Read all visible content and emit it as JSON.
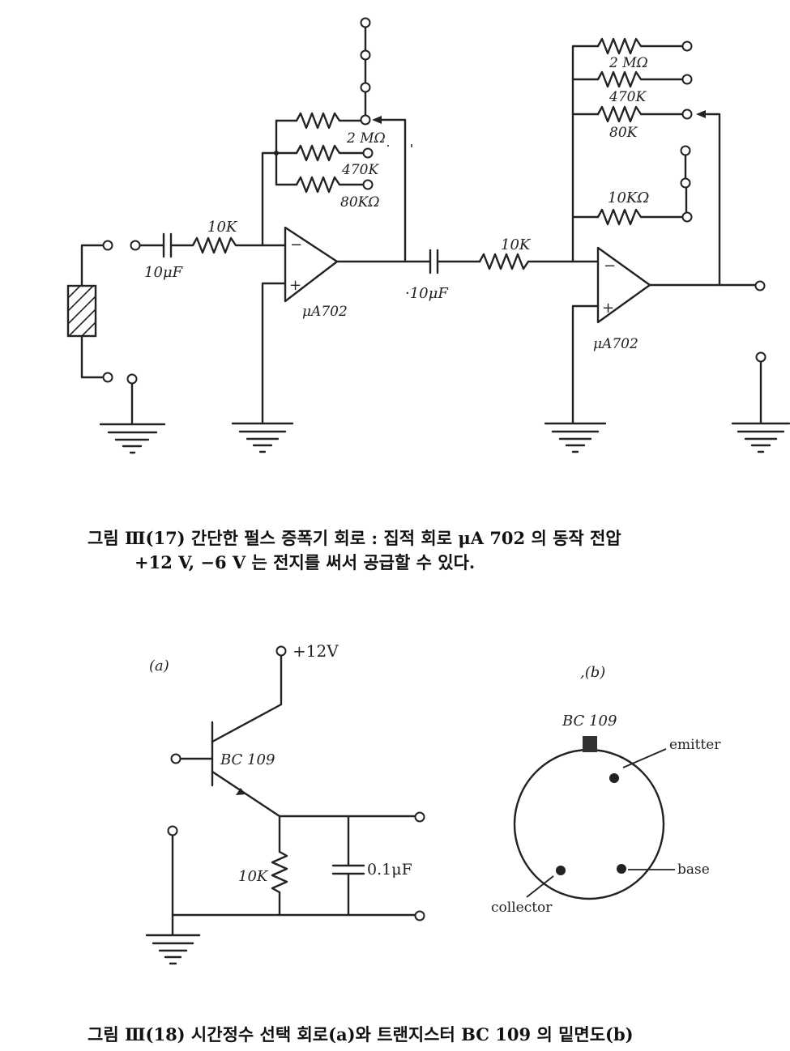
{
  "fig17": {
    "labels": {
      "cap_in": "10μF",
      "res_in": "10K",
      "r_2m": "2 MΩ",
      "r_470k": "470K",
      "r_80k": "80KΩ",
      "opamp1": "μA702",
      "cap_mid": "·10μF",
      "res_mid": "10K",
      "r2_2m": "2 MΩ",
      "r2_470k": "470K",
      "r2_80k": "80K",
      "r2_10k": "10KΩ",
      "opamp2": "μA702",
      "minus": "−",
      "plus": "+"
    },
    "caption_line1": "그림 Ⅲ(17)  간단한 펄스 증폭기 회로 : 집적 회로  μA 702 의  동작  전압",
    "caption_line2": "+12 V,  −6 V 는 전지를 써서 공급할 수 있다."
  },
  "fig18": {
    "labels": {
      "panel_a": "(a)",
      "supply": "+12V",
      "transistor": "BC 109",
      "res": "10K",
      "cap": "0.1μF",
      "panel_b": ",(b)",
      "bottom_title": "BC 109",
      "emitter": "emitter",
      "base": "base",
      "collector": "collector"
    },
    "caption": "그림 Ⅲ(18)  시간정수 선택 회로(a)와 트랜지스터 BC 109 의 밑면도(b)"
  }
}
